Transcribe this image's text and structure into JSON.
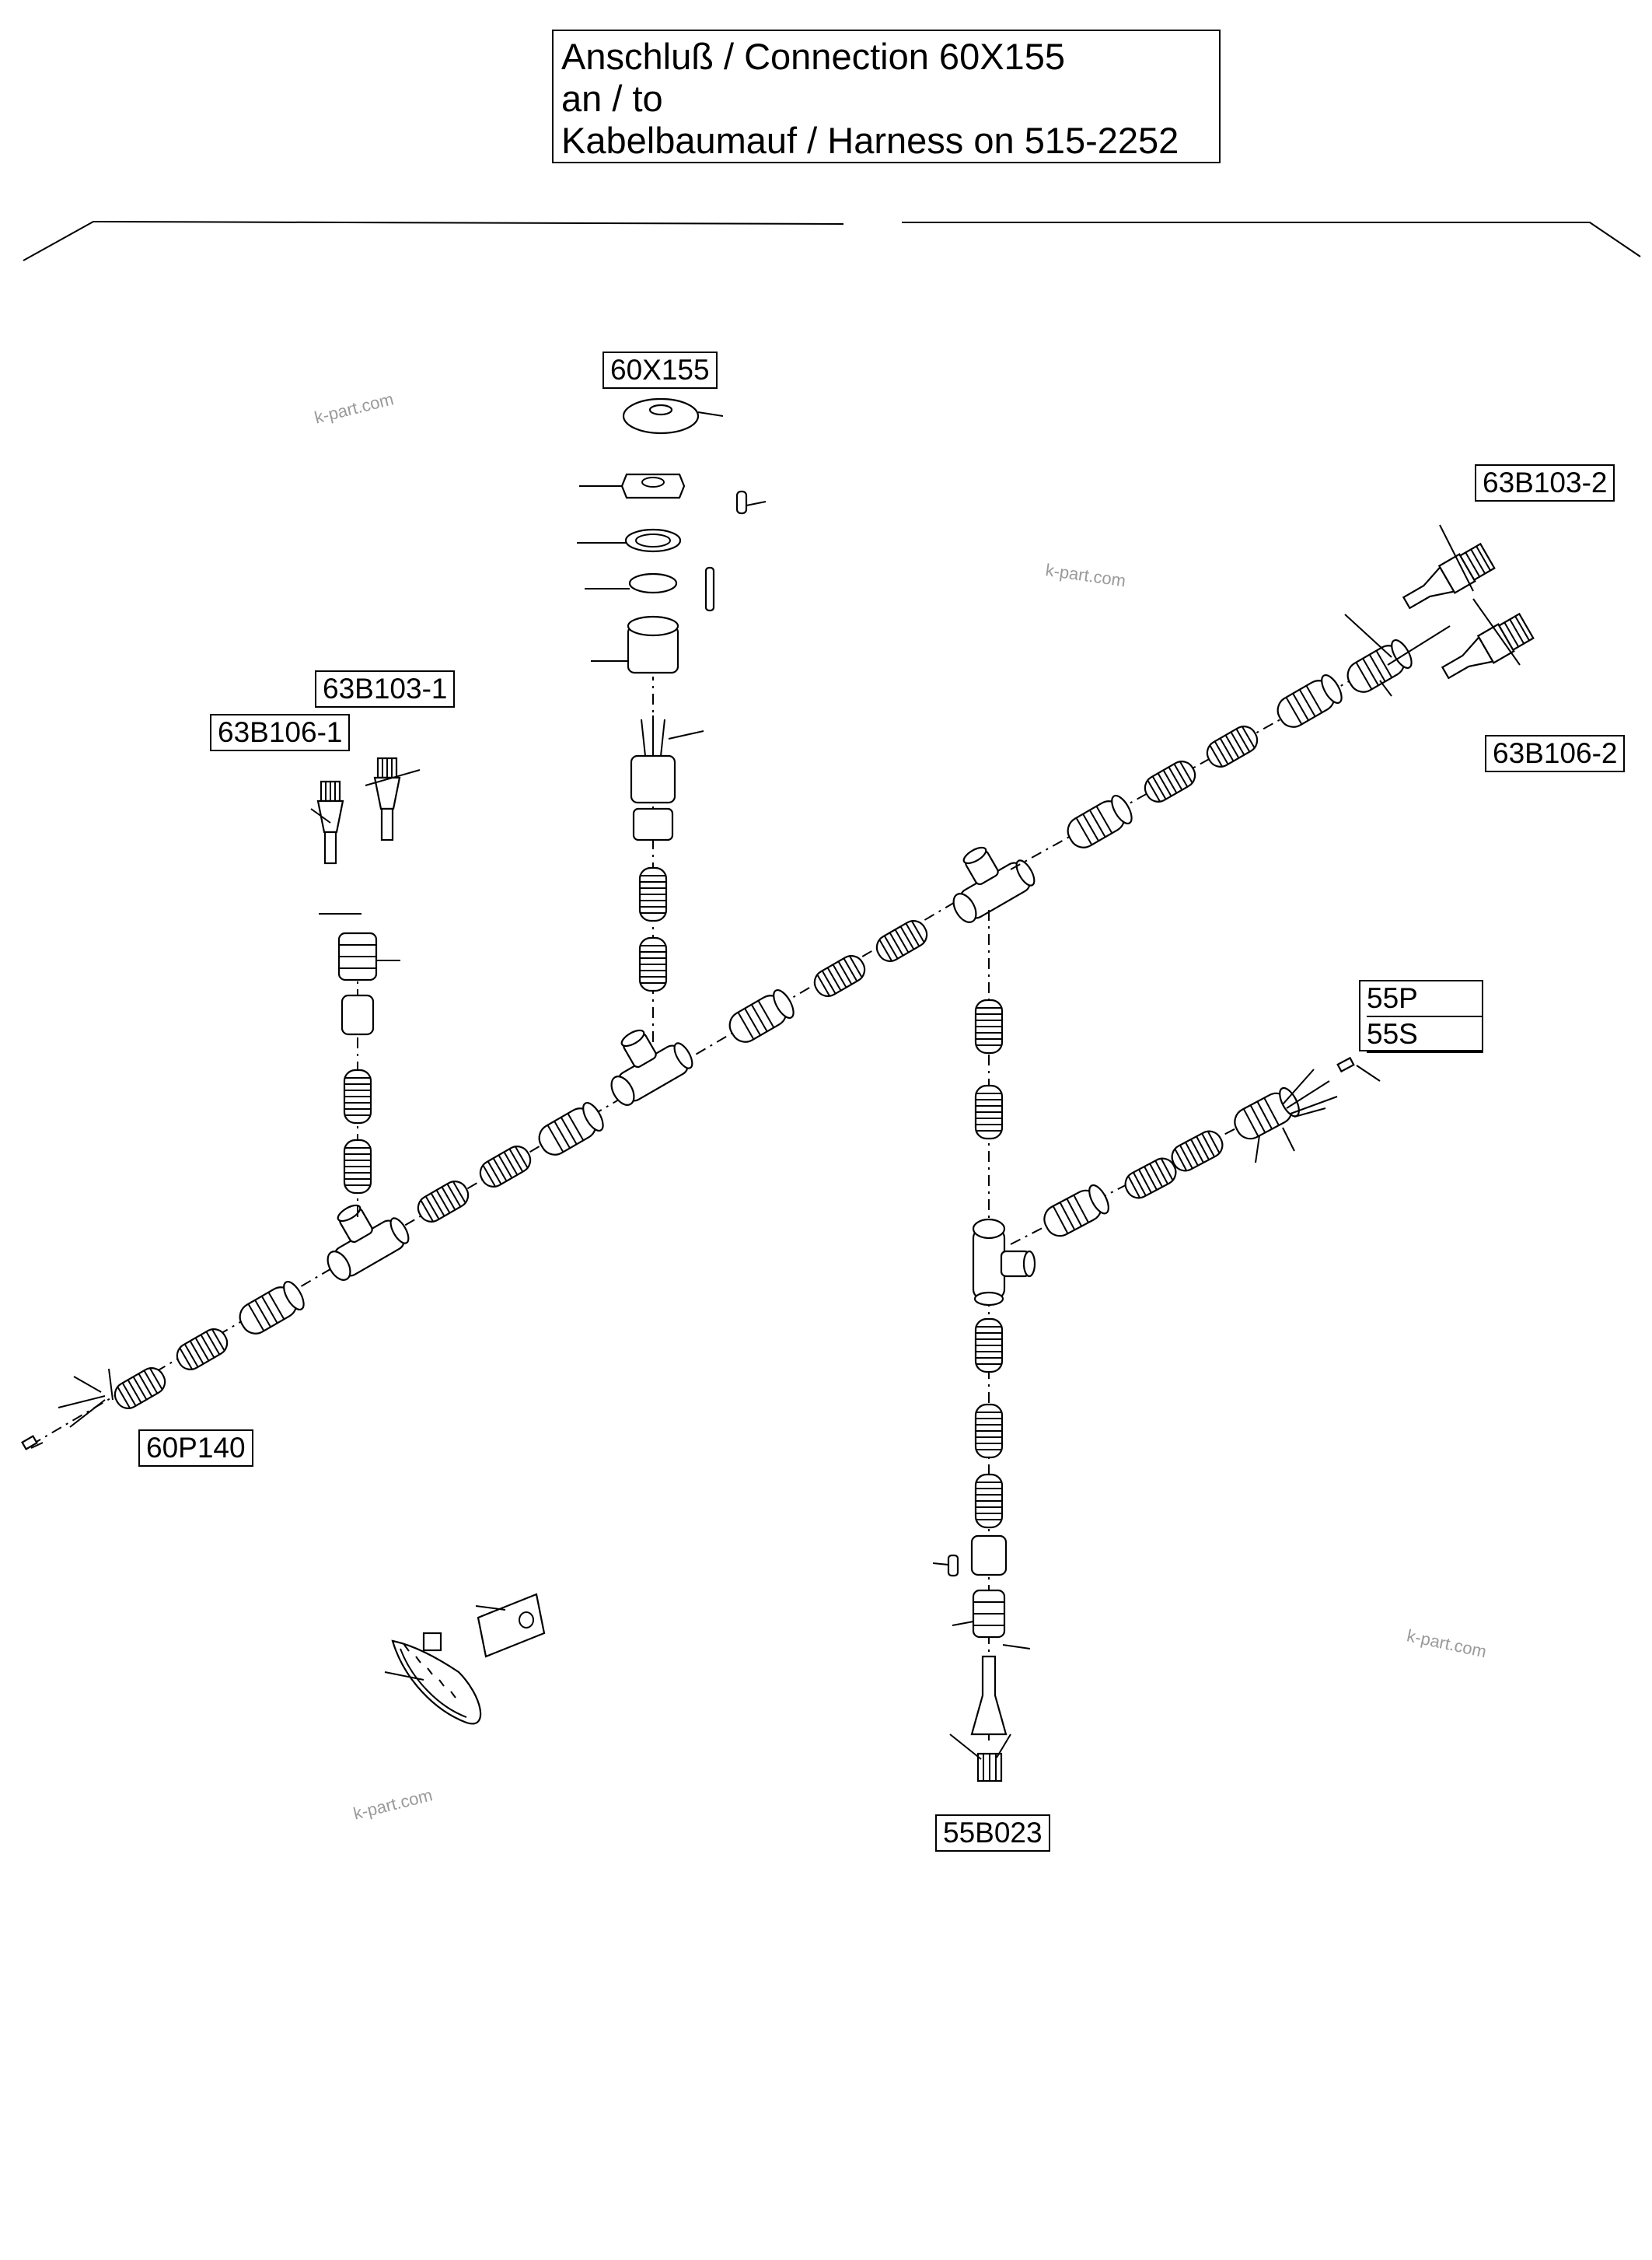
{
  "title": {
    "line1": "Anschluß / Connection 60X155",
    "line2": "an / to",
    "line3": "Kabelbaumauf / Harness on 515-2252"
  },
  "callouts": {
    "c60x155": "60X155",
    "c63b103_2": "63B103-2",
    "c63b106_2": "63B106-2",
    "c63b103_1": "63B103-1",
    "c63b106_1": "63B106-1",
    "c55p": "55P",
    "c55s": "55S",
    "c60p140": "60P140",
    "c55b023": "55B023"
  },
  "watermark": "k-part.com",
  "icons": {
    "component": "cable-harness-component-icon",
    "cable_tie": "cable-tie-icon",
    "label_tag": "label-tag-icon"
  }
}
